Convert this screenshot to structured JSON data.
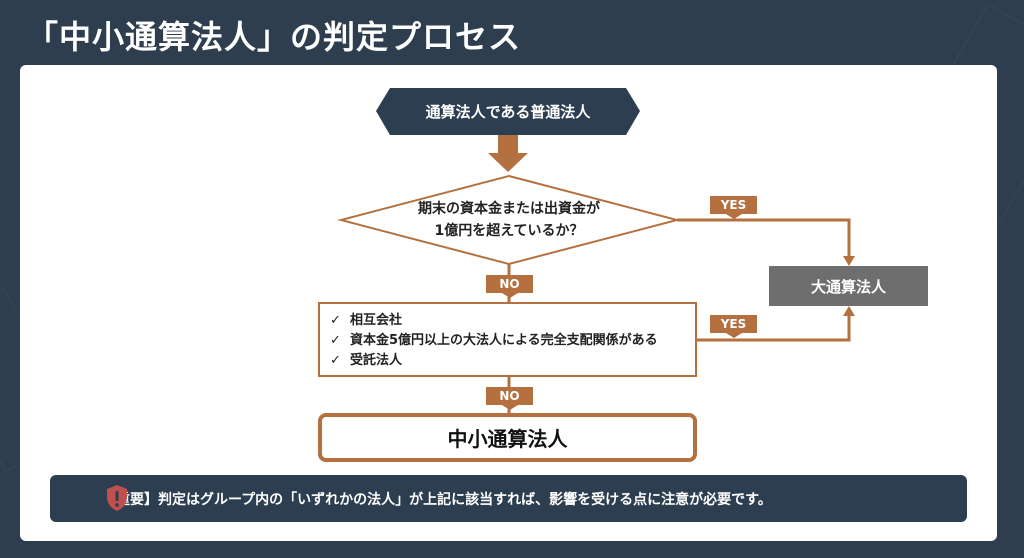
{
  "title": "「中小通算法人」の判定プロセス",
  "colors": {
    "accent": "#b5703f",
    "dark": "#2c3e50",
    "gray": "#6e6e6e",
    "warning": "#c0504d"
  },
  "flow": {
    "start": "通算法人である普通法人",
    "question_line1": "期末の資本金または出資金が",
    "question_line2": "1億円を超えているか？",
    "yes1": "YES",
    "no1": "NO",
    "large_result": "大通算法人",
    "checks": [
      "相互会社",
      "資本金5億円以上の大法人による完全支配関係がある",
      "受託法人"
    ],
    "check_mark": "✓",
    "yes2": "YES",
    "no2": "NO",
    "final_result": "中小通算法人"
  },
  "note": {
    "icon": "shield-exclamation-icon",
    "text": "【重要】判定はグループ内の「いずれかの法人」が上記に該当すれば、影響を受ける点に注意が必要です。"
  }
}
